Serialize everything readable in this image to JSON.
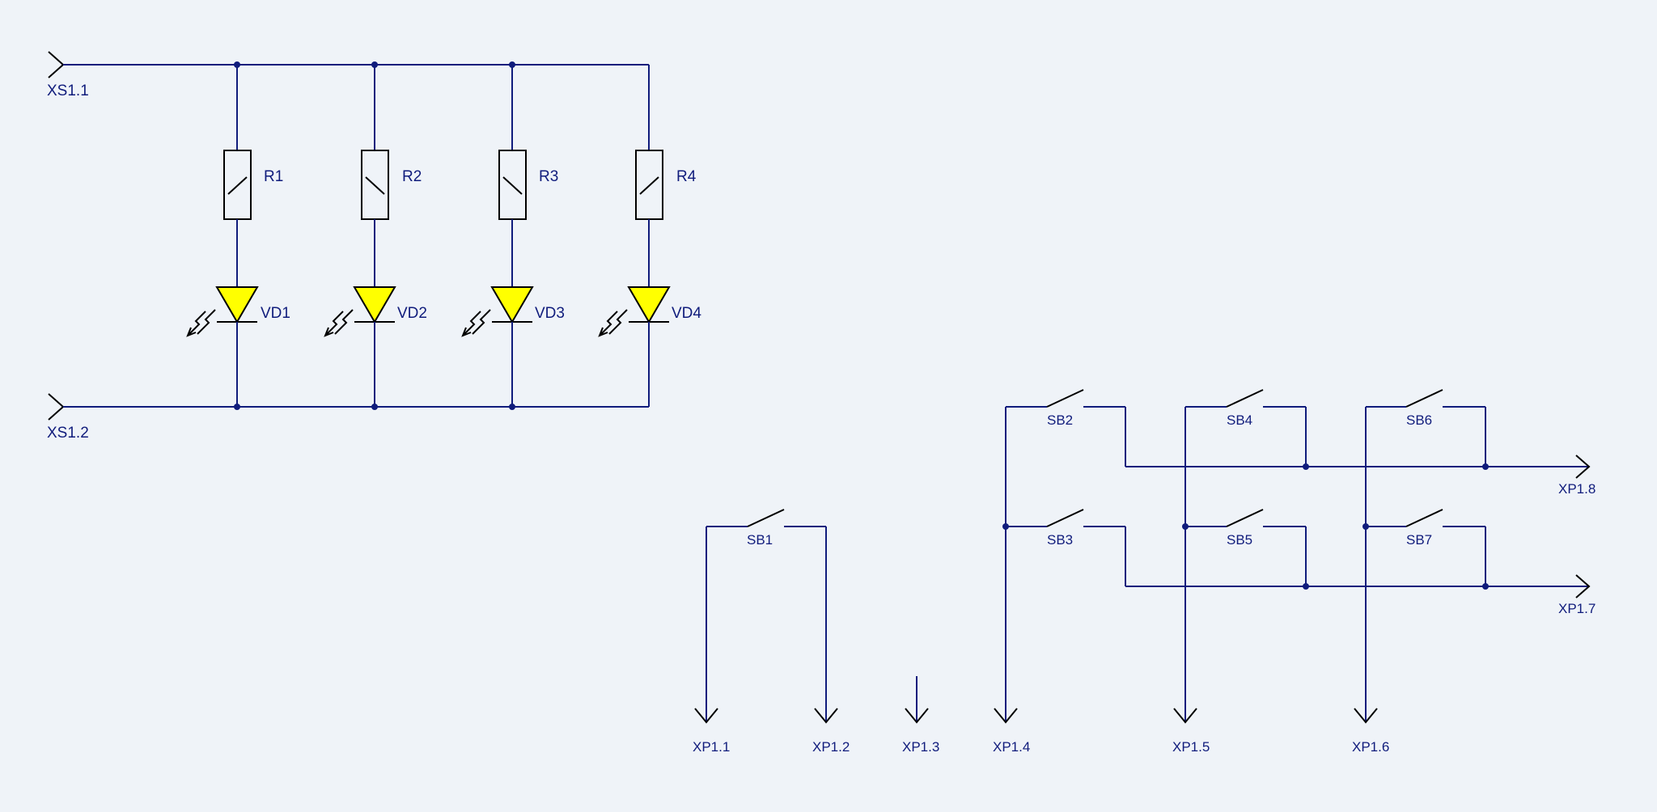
{
  "colors": {
    "background": "#eff3f8",
    "wire": "#101c7c",
    "component": "#000000",
    "led_fill": "#ffff00"
  },
  "connectors": {
    "xs1_1": "XS1.1",
    "xs1_2": "XS1.2",
    "xp1_1": "XP1.1",
    "xp1_2": "XP1.2",
    "xp1_3": "XP1.3",
    "xp1_4": "XP1.4",
    "xp1_5": "XP1.5",
    "xp1_6": "XP1.6",
    "xp1_7": "XP1.7",
    "xp1_8": "XP1.8"
  },
  "resistors": [
    "R1",
    "R2",
    "R3",
    "R4"
  ],
  "leds": [
    "VD1",
    "VD2",
    "VD3",
    "VD4"
  ],
  "switches": {
    "sb1": "SB1",
    "sb2": "SB2",
    "sb3": "SB3",
    "sb4": "SB4",
    "sb5": "SB5",
    "sb6": "SB6",
    "sb7": "SB7"
  }
}
